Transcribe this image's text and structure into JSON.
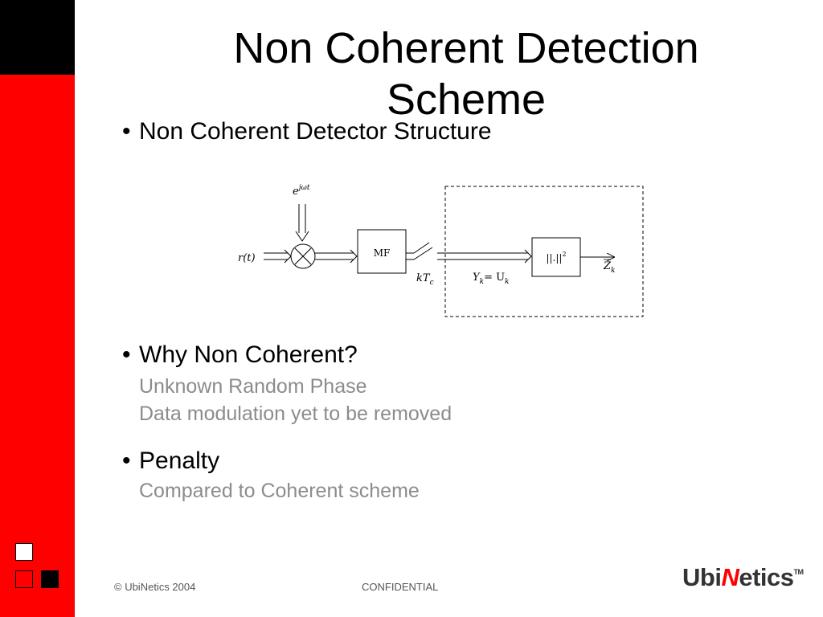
{
  "slide": {
    "title": "Non Coherent Detection Scheme",
    "bullets": [
      {
        "text": "Non Coherent Detector Structure",
        "subs": []
      },
      {
        "text": "Why Non Coherent?",
        "subs": [
          "Unknown Random Phase",
          "Data modulation yet to be removed"
        ]
      },
      {
        "text": "Penalty",
        "subs": [
          "Compared to Coherent scheme"
        ]
      }
    ]
  },
  "diagram": {
    "input": "r(t)",
    "oscillator": "e^{jωt}",
    "oscillator_base": "e",
    "oscillator_exp": "jωt",
    "matched_filter": "MF",
    "sampler": "kT",
    "sampler_sub": "c",
    "signal": "Y",
    "signal_sub": "k",
    "signal_eq": "= U",
    "signal_eq_sub": "k",
    "norm_block": "||.||",
    "norm_exp": "2",
    "output": "Z",
    "output_sub": "k"
  },
  "footer": {
    "copyright": "© UbiNetics 2004",
    "confidential": "CONFIDENTIAL"
  },
  "logo": {
    "part1": "Ubi",
    "part2": "N",
    "part3": "etics",
    "tm": "TM"
  },
  "colors": {
    "sidebar_red": "#ff0000",
    "sidebar_black": "#000000",
    "sub_text": "#8c8c8c"
  }
}
